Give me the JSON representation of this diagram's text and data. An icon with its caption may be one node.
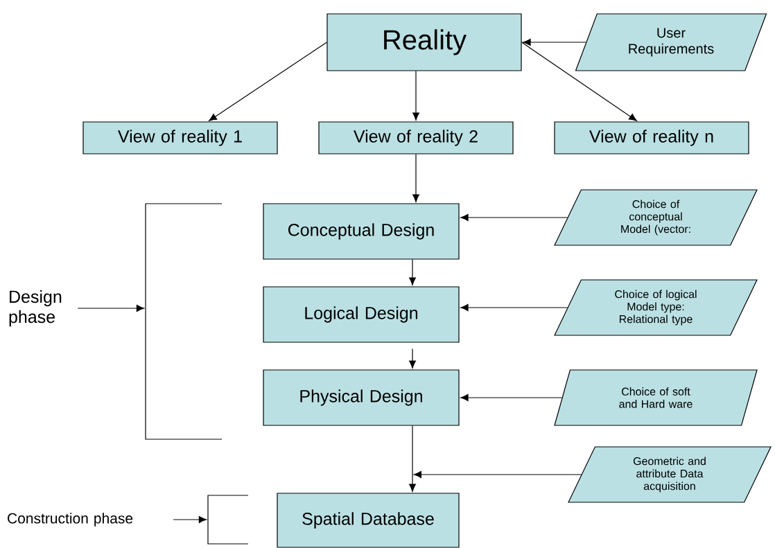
{
  "diagram": {
    "nodes": [
      {
        "text": [
          "Reality"
        ]
      },
      {
        "text": [
          "User Requirements"
        ]
      },
      {
        "text": [
          "View of reality 1"
        ]
      },
      {
        "text": [
          "View of reality 2"
        ]
      },
      {
        "text": [
          "View of reality n"
        ]
      },
      {
        "text": [
          "Conceptual Design"
        ]
      },
      {
        "text": [
          "Choice of conceptual Model (vector:"
        ]
      },
      {
        "text": [
          "Logical Design"
        ]
      },
      {
        "text": [
          "Choice of logical Model type: Relational type"
        ]
      },
      {
        "text": [
          "Physical Design"
        ]
      },
      {
        "text": [
          "Choice of soft and Hard ware"
        ]
      },
      {
        "text": [
          "Geometric and attribute Data acquisition"
        ]
      },
      {
        "text": [
          "Spatial Database"
        ]
      },
      {
        "text": [
          "Design phase"
        ]
      },
      {
        "text": [],
        "shape": "bracket"
      },
      {
        "text": [
          "Construction phase"
        ]
      },
      {
        "text": [],
        "shape": "bracket"
      }
    ],
    "edges": [
      {
        "from": 0,
        "to": 2,
        "arrow": "to"
      },
      {
        "from": 0,
        "to": 3,
        "arrow": "to"
      },
      {
        "from": 0,
        "to": 4,
        "arrow": "to"
      },
      {
        "from": 1,
        "to": 0,
        "arrow": "to"
      },
      {
        "from": 3,
        "to": 5,
        "arrow": "to"
      },
      {
        "from": 6,
        "to": 5,
        "arrow": "to"
      },
      {
        "from": 5,
        "to": 7,
        "arrow": "to"
      },
      {
        "from": 8,
        "to": 7,
        "arrow": "to"
      },
      {
        "from": 7,
        "to": 9,
        "arrow": "to"
      },
      {
        "from": 10,
        "to": 9,
        "arrow": "to"
      },
      {
        "from": 9,
        "to": 12,
        "arrow": "to"
      },
      {
        "from": 11,
        "to": null,
        "arrow": "to"
      },
      {
        "from": 13,
        "to": 14,
        "arrow": "to"
      },
      {
        "from": 15,
        "to": 16,
        "arrow": "to"
      }
    ]
  }
}
